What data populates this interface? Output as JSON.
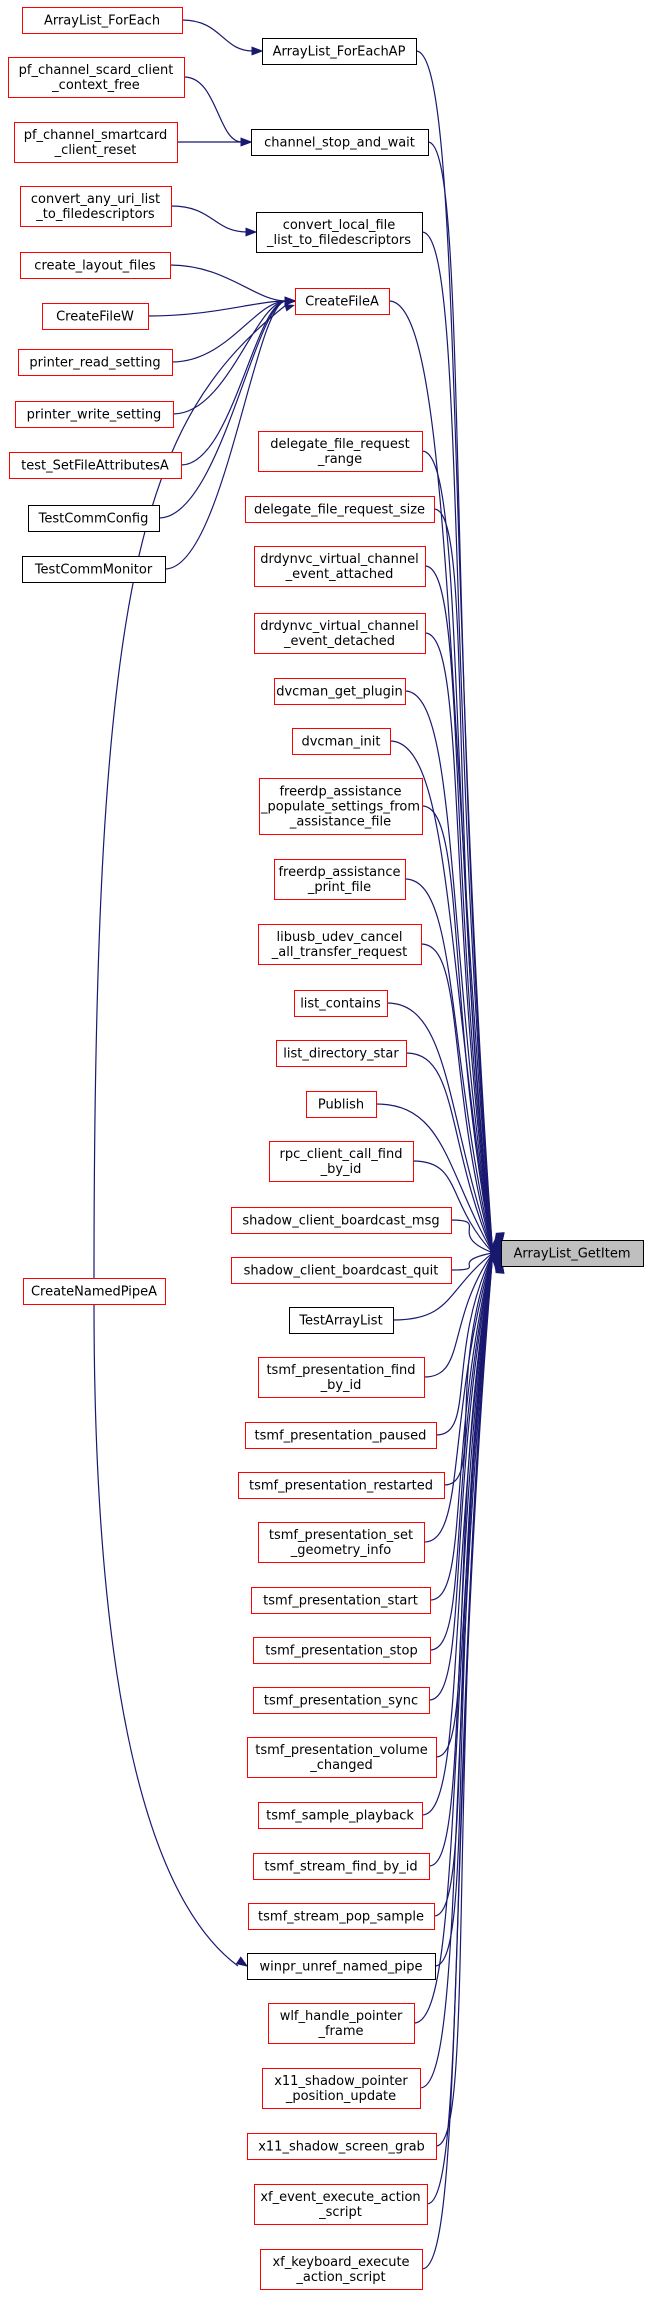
{
  "colors": {
    "edge": "#191970",
    "node_fill": "#ffffff",
    "target_fill": "#bfbfbf",
    "border_red": "#ff0000",
    "border_black": "#000000",
    "text": "#000000"
  },
  "nodes": [
    {
      "id": "arraylist_foreach",
      "lines": [
        "ArrayList_ForEach"
      ],
      "border": "red"
    },
    {
      "id": "arraylist_foreachap",
      "lines": [
        "ArrayList_ForEachAP"
      ],
      "border": "black"
    },
    {
      "id": "pf_channel_scard_client_context_free",
      "lines": [
        "pf_channel_scard_client",
        "_context_free"
      ],
      "border": "red"
    },
    {
      "id": "pf_channel_smartcard_client_reset",
      "lines": [
        "pf_channel_smartcard",
        "_client_reset"
      ],
      "border": "red"
    },
    {
      "id": "channel_stop_and_wait",
      "lines": [
        "channel_stop_and_wait"
      ],
      "border": "black"
    },
    {
      "id": "convert_any_uri_list_to_filedescriptors",
      "lines": [
        "convert_any_uri_list",
        "_to_filedescriptors"
      ],
      "border": "red"
    },
    {
      "id": "convert_local_file_list_to_filedescriptors",
      "lines": [
        "convert_local_file",
        "_list_to_filedescriptors"
      ],
      "border": "black"
    },
    {
      "id": "create_layout_files",
      "lines": [
        "create_layout_files"
      ],
      "border": "red"
    },
    {
      "id": "createfilew",
      "lines": [
        "CreateFileW"
      ],
      "border": "red"
    },
    {
      "id": "createfilea",
      "lines": [
        "CreateFileA"
      ],
      "border": "red"
    },
    {
      "id": "printer_read_setting",
      "lines": [
        "printer_read_setting"
      ],
      "border": "red"
    },
    {
      "id": "printer_write_setting",
      "lines": [
        "printer_write_setting"
      ],
      "border": "red"
    },
    {
      "id": "test_setfileattributesa",
      "lines": [
        "test_SetFileAttributesA"
      ],
      "border": "red"
    },
    {
      "id": "testcommconfig",
      "lines": [
        "TestCommConfig"
      ],
      "border": "black"
    },
    {
      "id": "testcommmonitor",
      "lines": [
        "TestCommMonitor"
      ],
      "border": "black"
    },
    {
      "id": "delegate_file_request_range",
      "lines": [
        "delegate_file_request",
        "_range"
      ],
      "border": "red"
    },
    {
      "id": "delegate_file_request_size",
      "lines": [
        "delegate_file_request_size"
      ],
      "border": "red"
    },
    {
      "id": "drdynvc_virtual_channel_event_attached",
      "lines": [
        "drdynvc_virtual_channel",
        "_event_attached"
      ],
      "border": "red"
    },
    {
      "id": "drdynvc_virtual_channel_event_detached",
      "lines": [
        "drdynvc_virtual_channel",
        "_event_detached"
      ],
      "border": "red"
    },
    {
      "id": "dvcman_get_plugin",
      "lines": [
        "dvcman_get_plugin"
      ],
      "border": "red"
    },
    {
      "id": "dvcman_init",
      "lines": [
        "dvcman_init"
      ],
      "border": "red"
    },
    {
      "id": "freerdp_assistance_populate_settings_from_assistance_file",
      "lines": [
        "freerdp_assistance",
        "_populate_settings_from",
        "_assistance_file"
      ],
      "border": "red"
    },
    {
      "id": "freerdp_assistance_print_file",
      "lines": [
        "freerdp_assistance",
        "_print_file"
      ],
      "border": "red"
    },
    {
      "id": "libusb_udev_cancel_all_transfer_request",
      "lines": [
        "libusb_udev_cancel",
        "_all_transfer_request"
      ],
      "border": "red"
    },
    {
      "id": "list_contains",
      "lines": [
        "list_contains"
      ],
      "border": "red"
    },
    {
      "id": "list_directory_star",
      "lines": [
        "list_directory_star"
      ],
      "border": "red"
    },
    {
      "id": "publish",
      "lines": [
        "Publish"
      ],
      "border": "red"
    },
    {
      "id": "rpc_client_call_find_by_id",
      "lines": [
        "rpc_client_call_find",
        "_by_id"
      ],
      "border": "red"
    },
    {
      "id": "shadow_client_boardcast_msg",
      "lines": [
        "shadow_client_boardcast_msg"
      ],
      "border": "red"
    },
    {
      "id": "shadow_client_boardcast_quit",
      "lines": [
        "shadow_client_boardcast_quit"
      ],
      "border": "red"
    },
    {
      "id": "testarraylist",
      "lines": [
        "TestArrayList"
      ],
      "border": "black"
    },
    {
      "id": "tsmf_presentation_find_by_id",
      "lines": [
        "tsmf_presentation_find",
        "_by_id"
      ],
      "border": "red"
    },
    {
      "id": "tsmf_presentation_paused",
      "lines": [
        "tsmf_presentation_paused"
      ],
      "border": "red"
    },
    {
      "id": "tsmf_presentation_restarted",
      "lines": [
        "tsmf_presentation_restarted"
      ],
      "border": "red"
    },
    {
      "id": "tsmf_presentation_set_geometry_info",
      "lines": [
        "tsmf_presentation_set",
        "_geometry_info"
      ],
      "border": "red"
    },
    {
      "id": "tsmf_presentation_start",
      "lines": [
        "tsmf_presentation_start"
      ],
      "border": "red"
    },
    {
      "id": "tsmf_presentation_stop",
      "lines": [
        "tsmf_presentation_stop"
      ],
      "border": "red"
    },
    {
      "id": "tsmf_presentation_sync",
      "lines": [
        "tsmf_presentation_sync"
      ],
      "border": "red"
    },
    {
      "id": "tsmf_presentation_volume_changed",
      "lines": [
        "tsmf_presentation_volume",
        "_changed"
      ],
      "border": "red"
    },
    {
      "id": "tsmf_sample_playback",
      "lines": [
        "tsmf_sample_playback"
      ],
      "border": "red"
    },
    {
      "id": "tsmf_stream_find_by_id",
      "lines": [
        "tsmf_stream_find_by_id"
      ],
      "border": "red"
    },
    {
      "id": "tsmf_stream_pop_sample",
      "lines": [
        "tsmf_stream_pop_sample"
      ],
      "border": "red"
    },
    {
      "id": "createnamedpipea",
      "lines": [
        "CreateNamedPipeA"
      ],
      "border": "red"
    },
    {
      "id": "winpr_unref_named_pipe",
      "lines": [
        "winpr_unref_named_pipe"
      ],
      "border": "black"
    },
    {
      "id": "wlf_handle_pointer_frame",
      "lines": [
        "wlf_handle_pointer",
        "_frame"
      ],
      "border": "red"
    },
    {
      "id": "x11_shadow_pointer_position_update",
      "lines": [
        "x11_shadow_pointer",
        "_position_update"
      ],
      "border": "red"
    },
    {
      "id": "x11_shadow_screen_grab",
      "lines": [
        "x11_shadow_screen_grab"
      ],
      "border": "red"
    },
    {
      "id": "xf_event_execute_action_script",
      "lines": [
        "xf_event_execute_action",
        "_script"
      ],
      "border": "red"
    },
    {
      "id": "xf_keyboard_execute_action_script",
      "lines": [
        "xf_keyboard_execute",
        "_action_script"
      ],
      "border": "red"
    },
    {
      "id": "arraylist_getitem",
      "lines": [
        "ArrayList_GetItem"
      ],
      "border": "black",
      "target": true
    }
  ],
  "edges": [
    {
      "from": "arraylist_foreach",
      "to": "arraylist_foreachap"
    },
    {
      "from": "pf_channel_scard_client_context_free",
      "to": "channel_stop_and_wait"
    },
    {
      "from": "pf_channel_smartcard_client_reset",
      "to": "channel_stop_and_wait"
    },
    {
      "from": "convert_any_uri_list_to_filedescriptors",
      "to": "convert_local_file_list_to_filedescriptors"
    },
    {
      "from": "create_layout_files",
      "to": "createfilea"
    },
    {
      "from": "createfilew",
      "to": "createfilea"
    },
    {
      "from": "printer_read_setting",
      "to": "createfilea"
    },
    {
      "from": "printer_write_setting",
      "to": "createfilea"
    },
    {
      "from": "test_setfileattributesa",
      "to": "createfilea"
    },
    {
      "from": "testcommconfig",
      "to": "createfilea"
    },
    {
      "from": "testcommmonitor",
      "to": "createfilea"
    },
    {
      "from": "createnamedpipea",
      "to": "winpr_unref_named_pipe"
    },
    {
      "from": "arraylist_foreachap",
      "to": "arraylist_getitem"
    },
    {
      "from": "channel_stop_and_wait",
      "to": "arraylist_getitem"
    },
    {
      "from": "convert_local_file_list_to_filedescriptors",
      "to": "arraylist_getitem"
    },
    {
      "from": "createfilea",
      "to": "arraylist_getitem"
    },
    {
      "from": "delegate_file_request_range",
      "to": "arraylist_getitem"
    },
    {
      "from": "delegate_file_request_size",
      "to": "arraylist_getitem"
    },
    {
      "from": "drdynvc_virtual_channel_event_attached",
      "to": "arraylist_getitem"
    },
    {
      "from": "drdynvc_virtual_channel_event_detached",
      "to": "arraylist_getitem"
    },
    {
      "from": "dvcman_get_plugin",
      "to": "arraylist_getitem"
    },
    {
      "from": "dvcman_init",
      "to": "arraylist_getitem"
    },
    {
      "from": "freerdp_assistance_populate_settings_from_assistance_file",
      "to": "arraylist_getitem"
    },
    {
      "from": "freerdp_assistance_print_file",
      "to": "arraylist_getitem"
    },
    {
      "from": "libusb_udev_cancel_all_transfer_request",
      "to": "arraylist_getitem"
    },
    {
      "from": "list_contains",
      "to": "arraylist_getitem"
    },
    {
      "from": "list_directory_star",
      "to": "arraylist_getitem"
    },
    {
      "from": "publish",
      "to": "arraylist_getitem"
    },
    {
      "from": "rpc_client_call_find_by_id",
      "to": "arraylist_getitem"
    },
    {
      "from": "shadow_client_boardcast_msg",
      "to": "arraylist_getitem"
    },
    {
      "from": "shadow_client_boardcast_quit",
      "to": "arraylist_getitem"
    },
    {
      "from": "testarraylist",
      "to": "arraylist_getitem"
    },
    {
      "from": "tsmf_presentation_find_by_id",
      "to": "arraylist_getitem"
    },
    {
      "from": "tsmf_presentation_paused",
      "to": "arraylist_getitem"
    },
    {
      "from": "tsmf_presentation_restarted",
      "to": "arraylist_getitem"
    },
    {
      "from": "tsmf_presentation_set_geometry_info",
      "to": "arraylist_getitem"
    },
    {
      "from": "tsmf_presentation_start",
      "to": "arraylist_getitem"
    },
    {
      "from": "tsmf_presentation_stop",
      "to": "arraylist_getitem"
    },
    {
      "from": "tsmf_presentation_sync",
      "to": "arraylist_getitem"
    },
    {
      "from": "tsmf_presentation_volume_changed",
      "to": "arraylist_getitem"
    },
    {
      "from": "tsmf_sample_playback",
      "to": "arraylist_getitem"
    },
    {
      "from": "tsmf_stream_find_by_id",
      "to": "arraylist_getitem"
    },
    {
      "from": "tsmf_stream_pop_sample",
      "to": "arraylist_getitem"
    },
    {
      "from": "winpr_unref_named_pipe",
      "to": "arraylist_getitem"
    },
    {
      "from": "wlf_handle_pointer_frame",
      "to": "arraylist_getitem"
    },
    {
      "from": "x11_shadow_pointer_position_update",
      "to": "arraylist_getitem"
    },
    {
      "from": "x11_shadow_screen_grab",
      "to": "arraylist_getitem"
    },
    {
      "from": "xf_event_execute_action_script",
      "to": "arraylist_getitem"
    },
    {
      "from": "xf_keyboard_execute_action_script",
      "to": "arraylist_getitem"
    }
  ]
}
